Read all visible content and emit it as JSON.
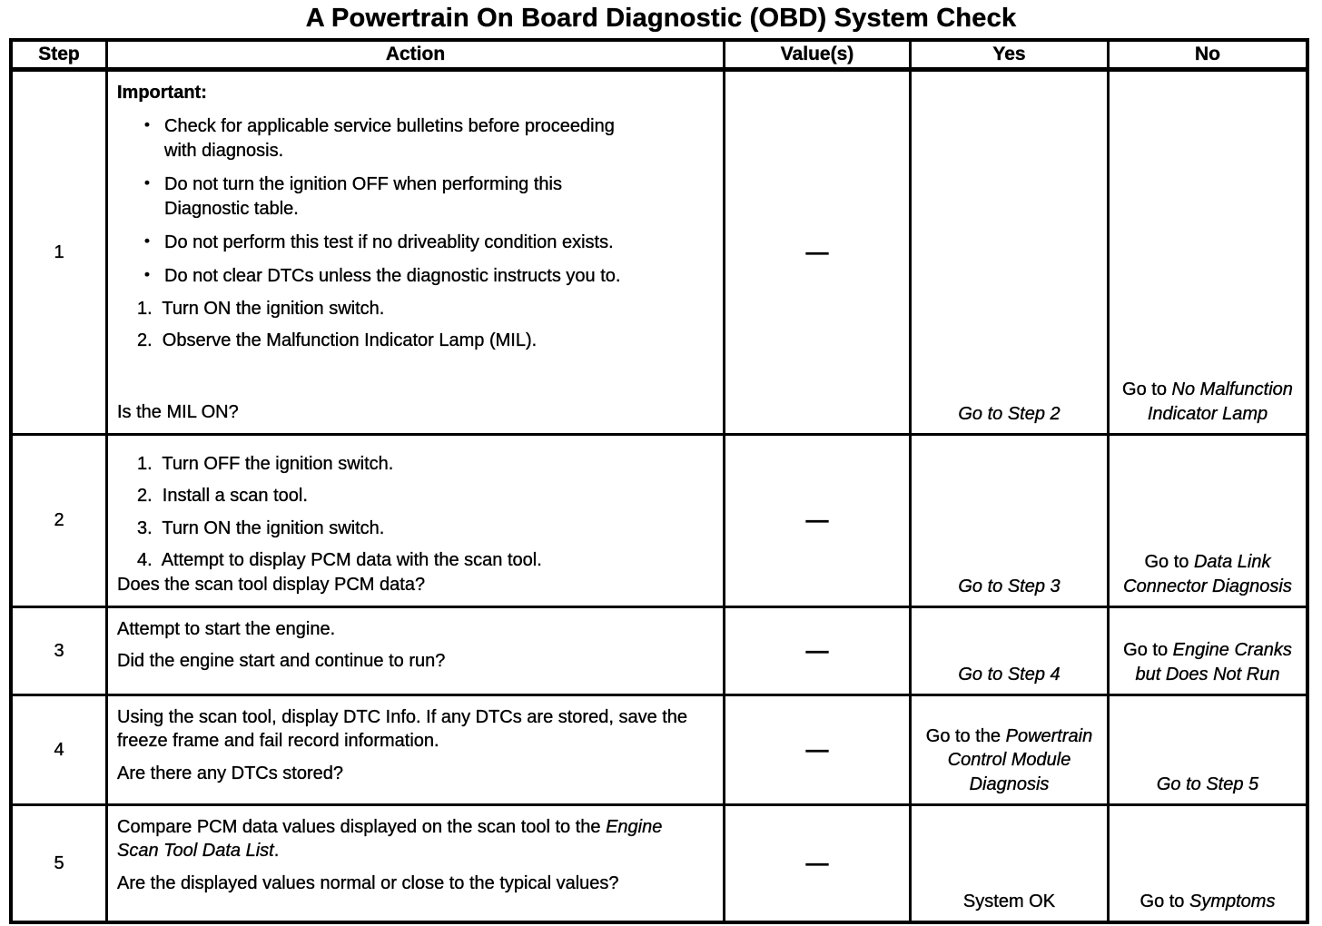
{
  "title": "A Powertrain On Board Diagnostic (OBD) System Check",
  "glyphs": {
    "bullet": "•"
  },
  "table": {
    "headers": {
      "step": "Step",
      "action": "Action",
      "values": "Value(s)",
      "yes": "Yes",
      "no": "No"
    },
    "rows": [
      {
        "step": "1",
        "action": {
          "important_label": "Important:",
          "bullets": [
            "Check for applicable service bulletins before proceeding with diagnosis.",
            "Do not turn the ignition OFF when performing this Diagnostic table.",
            "Do not perform this test if no driveablity condition exists.",
            "Do not clear DTCs unless the diagnostic instructs you to."
          ],
          "numbered": [
            "1.  Turn ON the ignition switch.",
            "2.  Observe the Malfunction Indicator Lamp (MIL)."
          ],
          "question": "Is the MIL ON?"
        },
        "value": "—",
        "yes": {
          "plain": "",
          "italic": "Go to Step 2"
        },
        "no": {
          "plain": "Go to ",
          "italic": "No Malfunction Indicator Lamp"
        }
      },
      {
        "step": "2",
        "action": {
          "numbered": [
            "1.  Turn OFF the ignition switch.",
            "2.  Install a scan tool.",
            "3.  Turn ON the ignition switch.",
            "4.  Attempt to display PCM data with the scan tool."
          ],
          "question": "Does the scan tool display PCM data?"
        },
        "value": "—",
        "yes": {
          "plain": "",
          "italic": "Go to Step 3"
        },
        "no": {
          "plain": "Go to ",
          "italic": "Data Link Connector Diagnosis"
        }
      },
      {
        "step": "3",
        "action": {
          "text": "Attempt to start the engine.",
          "question": "Did the engine start and continue to run?"
        },
        "value": "—",
        "yes": {
          "plain": "",
          "italic": "Go to Step 4"
        },
        "no": {
          "plain": "Go to ",
          "italic": "Engine Cranks but Does Not Run"
        }
      },
      {
        "step": "4",
        "action": {
          "text": "Using the scan tool, display DTC Info. If any DTCs are stored, save the freeze frame and fail record information.",
          "question": "Are there any DTCs stored?"
        },
        "value": "—",
        "yes": {
          "plain": "Go to the ",
          "italic": "Powertrain Control Module Diagnosis"
        },
        "no": {
          "plain": "",
          "italic": "Go to Step 5"
        }
      },
      {
        "step": "5",
        "action": {
          "text_prefix": "Compare PCM data values displayed on the scan tool to the ",
          "text_italic": "Engine Scan Tool Data List",
          "text_suffix": ".",
          "question": "Are the displayed values normal or close to the typical values?"
        },
        "value": "—",
        "yes": {
          "plain": "System OK",
          "italic": ""
        },
        "no": {
          "plain": "Go to ",
          "italic": "Symptoms"
        }
      }
    ]
  }
}
